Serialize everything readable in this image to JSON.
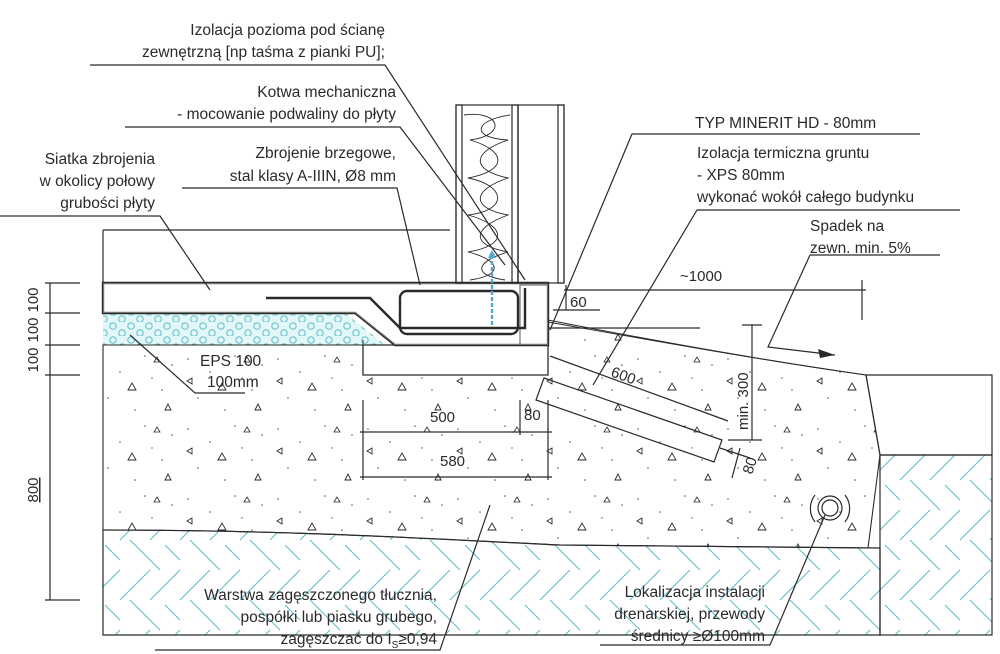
{
  "title": "Detal płyty fundamentowej - krawędź płyty z izolacją termiczną",
  "colors": {
    "line": "#2a2a2a",
    "eps_fill": "#e3f6f8",
    "eps_circles": "#4bb7c4",
    "xps_fill": "#f3e2e4",
    "xps_lines": "#8a5a60",
    "minerit_fill": "#e6fafd",
    "minerit_lines": "#3fb4c8",
    "ground_hatch": "#5cb8c8",
    "anchor": "#4aa9d6"
  },
  "labels": {
    "horizontal_insulation": [
      "Izolacja pozioma pod ścianę",
      "zewnętrzną [np taśma z pianki PU];"
    ],
    "mechanical_anchor": [
      "Kotwa mechaniczna",
      "- mocowanie podwaliny do płyty"
    ],
    "edge_reinforcement": [
      "Zbrojenie brzegowe,",
      "stal klasy A-IIIN, Ø8 mm"
    ],
    "reinforcement_mesh": [
      "Siatka zbrojenia",
      "w okolicy połowy",
      "grubości płyty"
    ],
    "minerit_board": "TYP MINERIT HD - 80mm",
    "ground_insulation": [
      "Izolacja termiczna gruntu",
      "- XPS 80mm",
      "wykonać wokół całego budynku"
    ],
    "slope": [
      "Spadek na",
      "zewn. min. 5%"
    ],
    "eps": [
      "EPS 100",
      "100mm"
    ],
    "gravel_layer": [
      "Warstwa zagęszczonego tłucznia,",
      "pospółki lub piasku grubego,",
      "zagęszczać do I",
      "S",
      "≥0,94"
    ],
    "drainage": [
      "Lokalizacja instalacji",
      "drenarskiej, przewody",
      "średnicy ≥Ø100mm"
    ]
  },
  "dimensions": {
    "left_stack": [
      "100",
      "100",
      "100"
    ],
    "left_depth": "800",
    "overhang": "60",
    "approx_width": "~1000",
    "xps_length": "600",
    "min_depth": "min. 300",
    "xps_thickness": "80",
    "edge_xps": "80",
    "inner_width": "500",
    "total_width": "580"
  }
}
